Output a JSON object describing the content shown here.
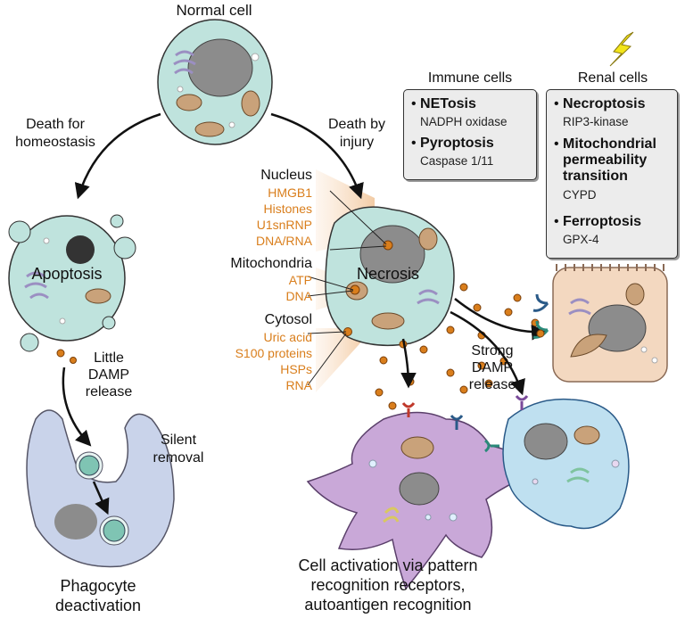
{
  "top": {
    "normal_cell": "Normal cell"
  },
  "left_path": {
    "death_label": "Death for\nhomeostasis",
    "apoptosis": "Apoptosis",
    "little_damp": "Little\nDAMP\nrelease",
    "silent_removal": "Silent\nremoval",
    "phagocyte": "Phagocyte\ndeactivation"
  },
  "right_path": {
    "death_label": "Death by\ninjury",
    "necrosis": "Necrosis",
    "strong_damp": "Strong\nDAMP\nrelease",
    "activation": "Cell activation via pattern\nrecognition receptors,\nautoantigen recognition"
  },
  "damps": {
    "nucleus": {
      "title": "Nucleus",
      "items": [
        "HMGB1",
        "Histones",
        "U1snRNP",
        "DNA/RNA"
      ]
    },
    "mitochondria": {
      "title": "Mitochondria",
      "items": [
        "ATP",
        "DNA"
      ]
    },
    "cytosol": {
      "title": "Cytosol",
      "items": [
        "Uric acid",
        "S100 proteins",
        "HSPs",
        "RNA"
      ]
    }
  },
  "immune_box": {
    "title": "Immune cells",
    "entries": [
      {
        "name": "NETosis",
        "detail": "NADPH oxidase"
      },
      {
        "name": "Pyroptosis",
        "detail": "Caspase 1/11"
      }
    ]
  },
  "renal_box": {
    "title": "Renal cells",
    "entries": [
      {
        "name": "Necroptosis",
        "detail": "RIP3-kinase"
      },
      {
        "name": "Mitochondrial\npermeability\ntransition",
        "detail": "CYPD"
      },
      {
        "name": "Ferroptosis",
        "detail": "GPX-4"
      }
    ]
  },
  "colors": {
    "damp_orange": "#d97e1c",
    "cell_teal": "#bfe3dd",
    "nucleus_gray": "#8c8c8c",
    "mito_tan": "#c9a27a",
    "er_purple": "#9b8fc2",
    "dc_purple": "#c9a8d8",
    "phagocyte_blue": "#c9d3ea",
    "tubular_peach": "#f3d8c0",
    "macrophage_blue": "#bfe0f0",
    "lightning_yellow": "#f2e51a"
  }
}
